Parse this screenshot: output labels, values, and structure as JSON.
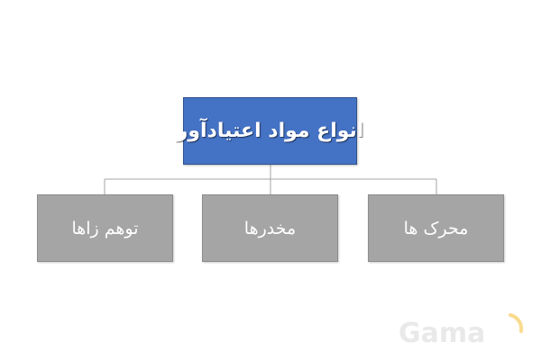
{
  "diagram": {
    "root": {
      "label": "انواع مواد اعتیادآور",
      "color": "#4472c4"
    },
    "children": [
      {
        "label": "محرک ها"
      },
      {
        "label": "مخدرها"
      },
      {
        "label": "توهم زاها"
      }
    ],
    "child_color": "#a5a5a5",
    "connector_color": "#a6a6a6"
  },
  "watermark": {
    "text": "Gama",
    "accent_color": "#f5c342"
  }
}
